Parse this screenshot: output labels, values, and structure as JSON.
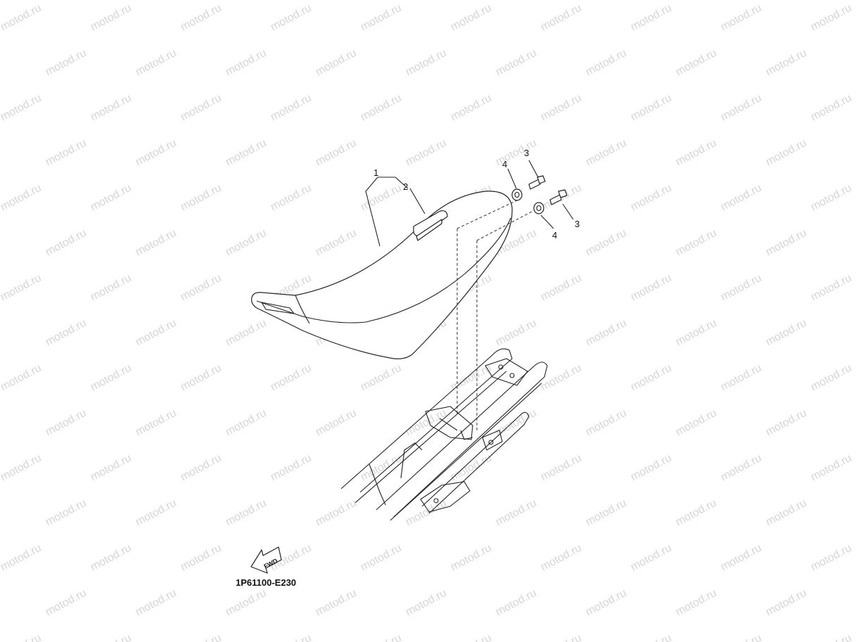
{
  "watermark": {
    "text": "motod.ru"
  },
  "callouts": [
    {
      "id": "seat",
      "label": "1"
    },
    {
      "id": "strap",
      "label": "2"
    },
    {
      "id": "bolt-upper",
      "label": "3"
    },
    {
      "id": "collar-upper",
      "label": "4"
    },
    {
      "id": "collar-lower",
      "label": "4"
    },
    {
      "id": "bolt-lower",
      "label": "3"
    }
  ],
  "fwd_badge": {
    "label": "FWD"
  },
  "diagram_code": "1P61100-E230"
}
